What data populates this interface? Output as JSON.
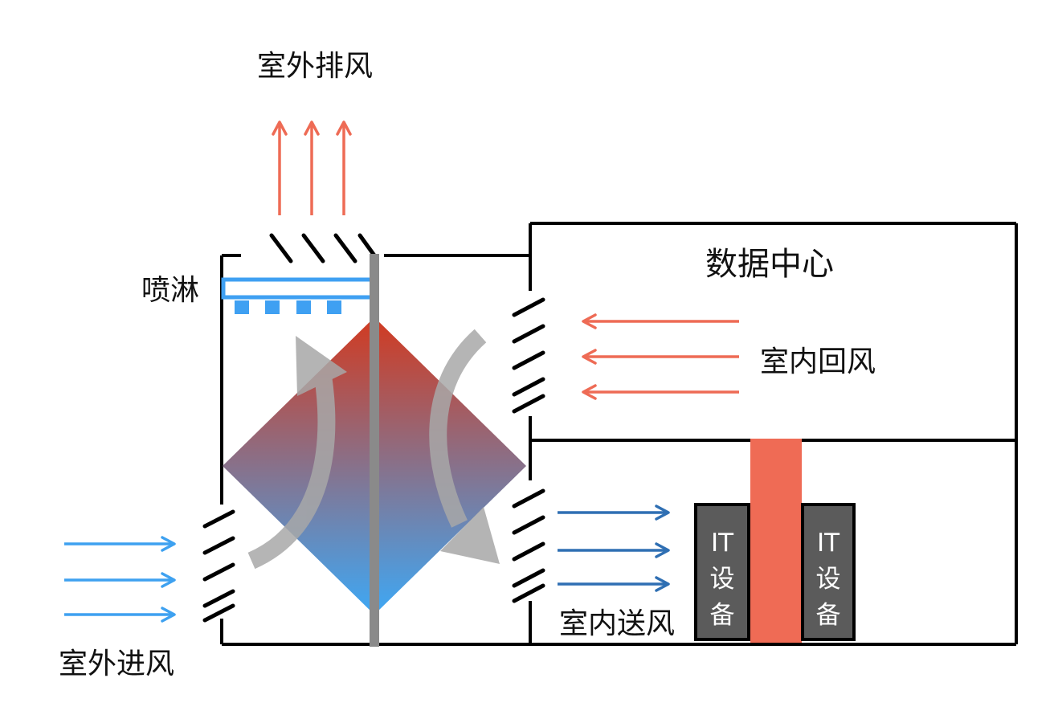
{
  "labels": {
    "outdoor_exhaust": "室外排风",
    "spray": "喷淋",
    "data_center": "数据中心",
    "indoor_return": "室内回风",
    "outdoor_intake": "室外进风",
    "indoor_supply": "室内送风"
  },
  "it_equipment": [
    {
      "lines": [
        "IT",
        "设",
        "备"
      ]
    },
    {
      "lines": [
        "IT",
        "设",
        "备"
      ]
    }
  ],
  "colors": {
    "hot_air": "#ee6b55",
    "cold_air_light": "#3ea1f0",
    "cold_air_dark": "#2f6fb3",
    "exchanger_top": "#d23a20",
    "exchanger_bottom": "#3ea8f5",
    "spray": "#3fa0f2",
    "partition": "#8a8a8a",
    "airflow_curve": "#a8a8a8",
    "it_box": "#5b5b5b",
    "hot_column": "#ef6b55"
  }
}
